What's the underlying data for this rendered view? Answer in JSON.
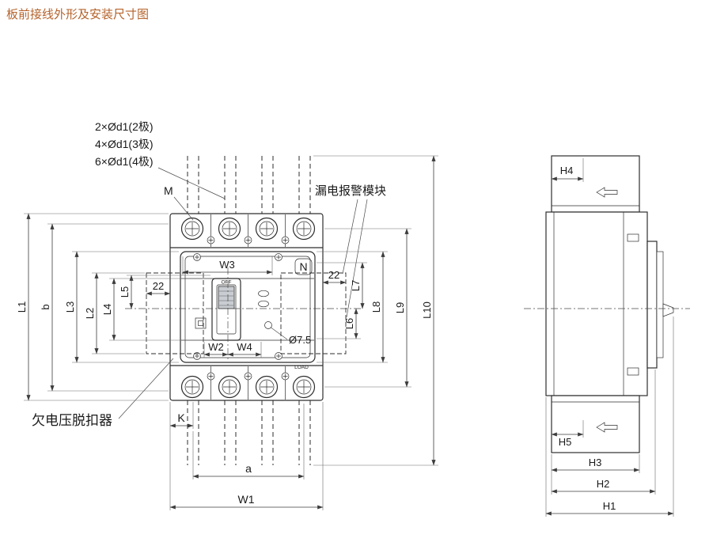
{
  "title": "板前接线外形及安装尺寸图",
  "front": {
    "ann": {
      "holes2": "2×Ød1(2极)",
      "holes3": "4×Ød1(3极)",
      "holes4": "6×Ød1(4极)",
      "M": "M",
      "leakage": "漏电报警模块",
      "N": "N",
      "undervoltage": "欠电压脱扣器",
      "hole_dia": "Ø7.5",
      "off": "OFF",
      "load": "LOAD"
    },
    "dims": {
      "L1": "L1",
      "L2": "L2",
      "L3": "L3",
      "L4": "L4",
      "L5": "L5",
      "L6": "L6",
      "L7": "L7",
      "L8": "L8",
      "L9": "L9",
      "L10": "L10",
      "b": "b",
      "a": "a",
      "K": "K",
      "W1": "W1",
      "W2": "W2",
      "W3": "W3",
      "W4": "W4",
      "off_left": "22",
      "off_right": "22"
    }
  },
  "side": {
    "dims": {
      "H1": "H1",
      "H2": "H2",
      "H3": "H3",
      "H4": "H4",
      "H5": "H5"
    }
  }
}
